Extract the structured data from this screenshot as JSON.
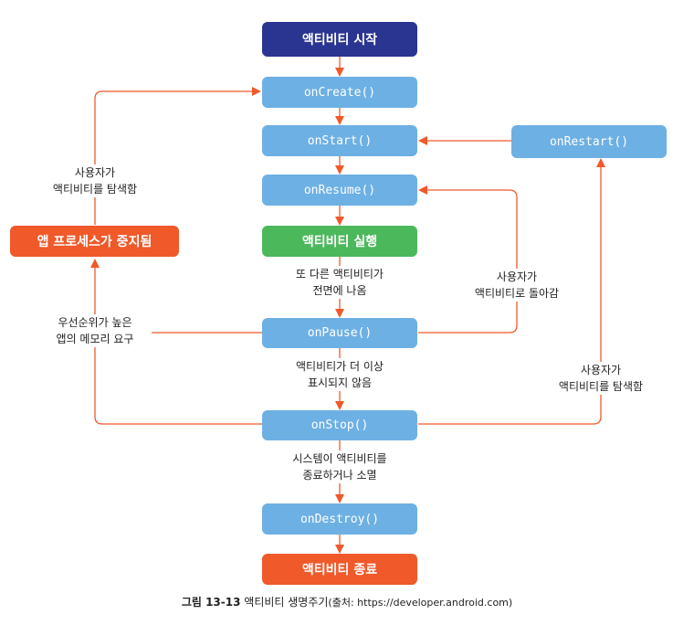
{
  "nodes": {
    "activity_start": "액티비티 시작",
    "on_create": "onCreate()",
    "on_start": "onStart()",
    "on_restart": "onRestart()",
    "on_resume": "onResume()",
    "activity_running": "액티비티 실행",
    "process_killed": "앱 프로세스가 중지됨",
    "on_pause": "onPause()",
    "on_stop": "onStop()",
    "on_destroy": "onDestroy()",
    "activity_shutdown": "액티비티 종료"
  },
  "labels": {
    "user_navigates_left": "사용자가\n액티비티를 탐색함",
    "another_activity_foreground": "또 다른 액티비티가\n전면에 나옴",
    "user_returns": "사용자가\n액티비티로 돌아감",
    "higher_priority_apps": "우선순위가 높은\n앱의 메모리 요구",
    "no_longer_visible": "액티비티가 더 이상\n표시되지 않음",
    "user_navigates_right": "사용자가\n액티비티를 탐색함",
    "finishing_or_destroyed": "시스템이 액티비티를\n종료하거나 소멸"
  },
  "caption": {
    "figure": "그림 13-13",
    "title": "액티비티 생명주기",
    "source": "(출처: https://developer.android.com)"
  },
  "colors": {
    "arrow": "#f0592a",
    "method_box": "#6db0e4",
    "start_box": "#2a3591",
    "running_box": "#4cb85c",
    "end_box": "#f0592a"
  }
}
